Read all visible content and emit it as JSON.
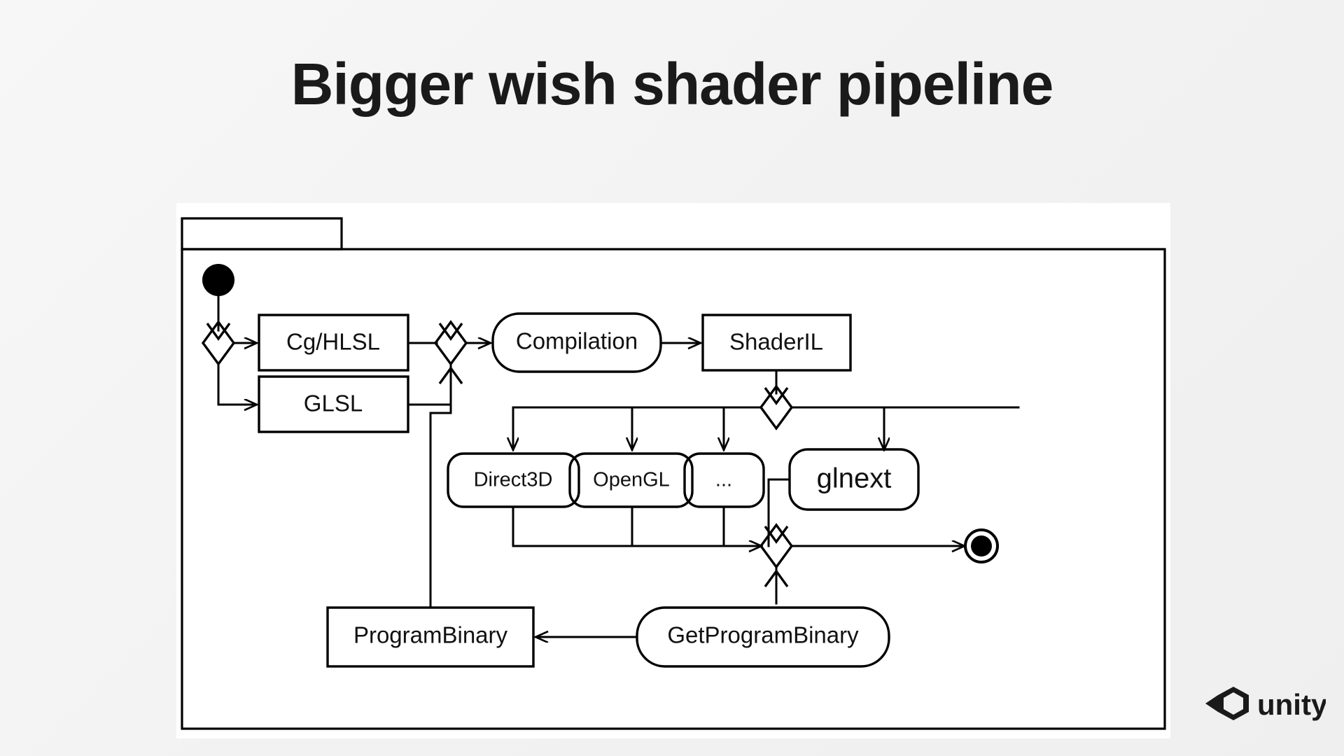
{
  "slide": {
    "title": "Bigger wish shader pipeline",
    "background_color": "#f4f4f4",
    "canvas_color": "#ffffff"
  },
  "colors": {
    "accent_fill": "#fbdcc0",
    "stroke": "#000000",
    "text": "#111111",
    "logo": "#1a1a1a"
  },
  "diagram": {
    "type": "uml-activity-diagram",
    "frame_tab_label": "",
    "nodes": [
      {
        "id": "start",
        "label": "",
        "shape": "initial-node"
      },
      {
        "id": "decision-lang",
        "label": "",
        "shape": "decision-diamond"
      },
      {
        "id": "cg-hlsl",
        "label": "Cg/HLSL",
        "shape": "rectangle"
      },
      {
        "id": "glsl",
        "label": "GLSL",
        "shape": "rectangle"
      },
      {
        "id": "merge-lang",
        "label": "",
        "shape": "merge-diamond"
      },
      {
        "id": "compilation",
        "label": "Compilation",
        "shape": "rounded-action"
      },
      {
        "id": "shaderil",
        "label": "ShaderIL",
        "shape": "rectangle"
      },
      {
        "id": "decision-api",
        "label": "",
        "shape": "decision-diamond"
      },
      {
        "id": "direct3d",
        "label": "Direct3D",
        "shape": "rounded-action-filled"
      },
      {
        "id": "opengl",
        "label": "OpenGL",
        "shape": "rounded-action-filled"
      },
      {
        "id": "ellipsis",
        "label": "...",
        "shape": "rounded-action-filled"
      },
      {
        "id": "glnext",
        "label": "glnext",
        "shape": "rounded-action-filled"
      },
      {
        "id": "merge-api",
        "label": "",
        "shape": "merge-diamond"
      },
      {
        "id": "end",
        "label": "",
        "shape": "final-node"
      },
      {
        "id": "getprogrambinary",
        "label": "GetProgramBinary",
        "shape": "rounded-action"
      },
      {
        "id": "programbinary",
        "label": "ProgramBinary",
        "shape": "rectangle"
      }
    ],
    "edges": [
      {
        "from": "start",
        "to": "decision-lang"
      },
      {
        "from": "decision-lang",
        "to": "cg-hlsl"
      },
      {
        "from": "decision-lang",
        "to": "glsl"
      },
      {
        "from": "cg-hlsl",
        "to": "merge-lang"
      },
      {
        "from": "glsl",
        "to": "merge-lang"
      },
      {
        "from": "merge-lang",
        "to": "compilation"
      },
      {
        "from": "compilation",
        "to": "shaderil"
      },
      {
        "from": "shaderil",
        "to": "decision-api"
      },
      {
        "from": "decision-api",
        "to": "direct3d"
      },
      {
        "from": "decision-api",
        "to": "opengl"
      },
      {
        "from": "decision-api",
        "to": "ellipsis"
      },
      {
        "from": "decision-api",
        "to": "glnext"
      },
      {
        "from": "direct3d",
        "to": "merge-api"
      },
      {
        "from": "opengl",
        "to": "merge-api"
      },
      {
        "from": "ellipsis",
        "to": "merge-api"
      },
      {
        "from": "glnext",
        "to": "merge-api"
      },
      {
        "from": "merge-api",
        "to": "end"
      },
      {
        "from": "merge-api",
        "to": "getprogrambinary"
      },
      {
        "from": "getprogrambinary",
        "to": "programbinary"
      },
      {
        "from": "programbinary",
        "to": "merge-lang"
      }
    ]
  },
  "logo": {
    "name": "unity-logo",
    "wordmark": "unity"
  }
}
